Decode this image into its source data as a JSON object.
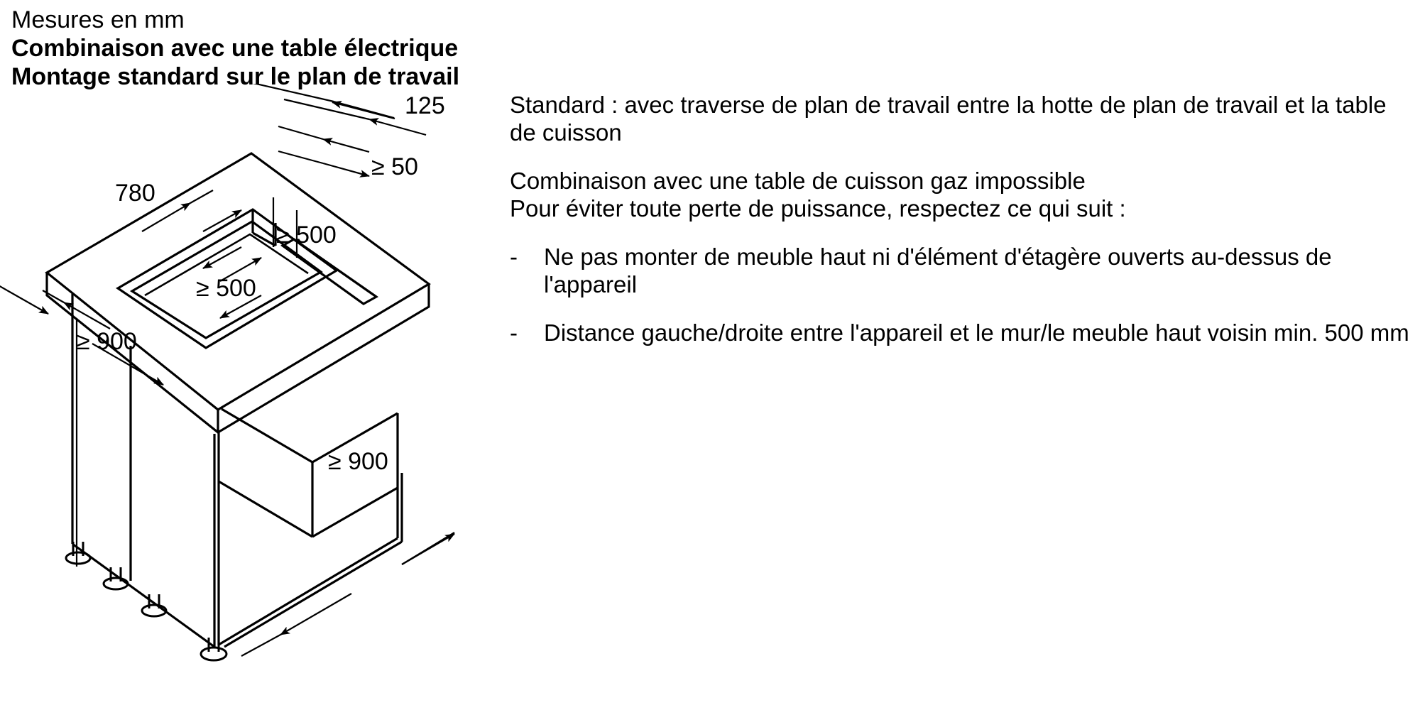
{
  "heading": {
    "measures": "Mesures en mm",
    "line1": "Combinaison avec une table électrique",
    "line2": "Montage standard sur le plan de travail"
  },
  "notes": {
    "standard": "Standard : avec traverse de plan de travail entre la hotte de plan de travail et la table de cuisson",
    "gas_line1": "Combinaison avec une table de cuisson gaz impossible",
    "gas_line2": "Pour éviter toute perte de puissance, respectez ce qui suit :",
    "bullet_marker": "-",
    "bullets": [
      "Ne pas monter de meuble haut ni d'élément d'étagère ouverts au-dessus de l'appareil",
      "Distance gauche/droite entre l'appareil et le mur/le meuble haut voisin min. 500 mm"
    ]
  },
  "dimensions": {
    "depth_125": "125",
    "width_780": "780",
    "gap_50": "≥ 50",
    "clear_500_right": "≥ 500",
    "clear_500_left": "≥ 500",
    "height_900": "≥ 900",
    "depth_900": "≥ 900"
  },
  "colors": {
    "line": "#000000",
    "background": "#ffffff",
    "text": "#000000"
  }
}
